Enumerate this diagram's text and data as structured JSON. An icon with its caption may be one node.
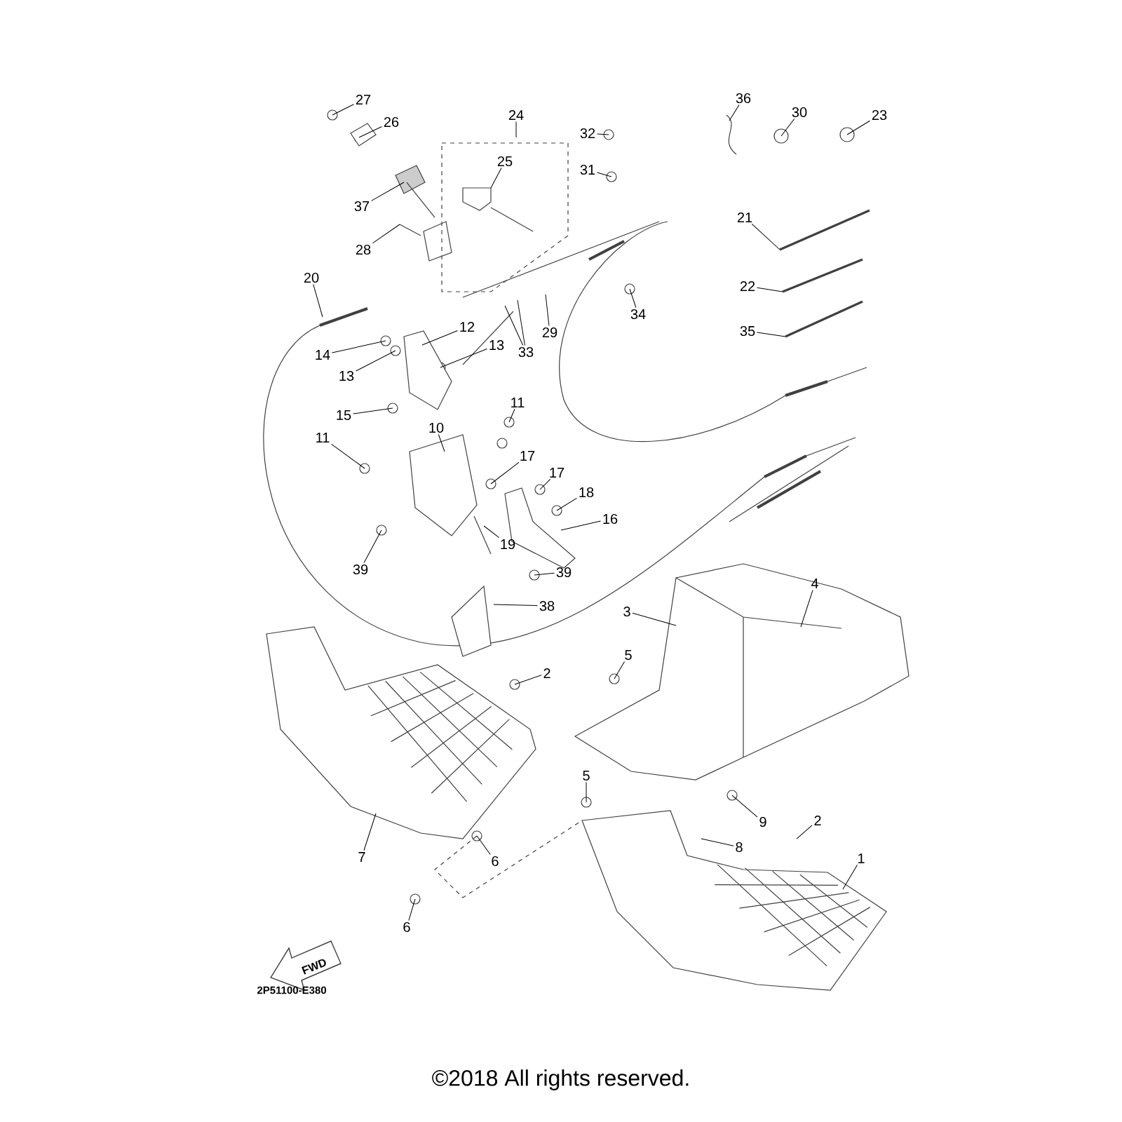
{
  "diagram": {
    "nodes": [
      {
        "text": [
          "27"
        ]
      },
      {
        "text": [
          "24"
        ]
      },
      {
        "text": [
          "26"
        ]
      },
      {
        "text": [
          "32"
        ]
      },
      {
        "text": [
          "36"
        ]
      },
      {
        "text": [
          "30"
        ]
      },
      {
        "text": [
          "23"
        ]
      },
      {
        "text": [
          "25"
        ]
      },
      {
        "text": [
          "31"
        ]
      },
      {
        "text": [
          "37"
        ]
      },
      {
        "text": [
          "21"
        ]
      },
      {
        "text": [
          "28"
        ]
      },
      {
        "text": [
          "20"
        ]
      },
      {
        "text": [
          "22"
        ]
      },
      {
        "text": [
          "34"
        ]
      },
      {
        "text": [
          "12"
        ]
      },
      {
        "text": [
          "29"
        ]
      },
      {
        "text": [
          "35"
        ]
      },
      {
        "text": [
          "13"
        ]
      },
      {
        "text": [
          "33"
        ]
      },
      {
        "text": [
          "14"
        ]
      },
      {
        "text": [
          "13"
        ]
      },
      {
        "text": [
          "11"
        ]
      },
      {
        "text": [
          "15"
        ]
      },
      {
        "text": [
          "10"
        ]
      },
      {
        "text": [
          "11"
        ]
      },
      {
        "text": [
          "17"
        ]
      },
      {
        "text": [
          "17"
        ]
      },
      {
        "text": [
          "18"
        ]
      },
      {
        "text": [
          "16"
        ]
      },
      {
        "text": [
          "19"
        ]
      },
      {
        "text": [
          "39"
        ]
      },
      {
        "text": [
          "39"
        ]
      },
      {
        "text": [
          "4"
        ]
      },
      {
        "text": [
          "38"
        ]
      },
      {
        "text": [
          "3"
        ]
      },
      {
        "text": [
          "5"
        ]
      },
      {
        "text": [
          "2"
        ]
      },
      {
        "text": [
          "5"
        ]
      },
      {
        "text": [
          "9"
        ]
      },
      {
        "text": [
          "2"
        ]
      },
      {
        "text": [
          "8"
        ]
      },
      {
        "text": [
          "6"
        ]
      },
      {
        "text": [
          "7"
        ]
      },
      {
        "text": [
          "1"
        ]
      },
      {
        "text": [
          "6"
        ]
      }
    ],
    "edges": [
      {
        "from": 0,
        "to": null,
        "arrow": "none"
      },
      {
        "from": 1,
        "to": null,
        "arrow": "none"
      },
      {
        "from": 2,
        "to": null,
        "arrow": "none"
      },
      {
        "from": 3,
        "to": null,
        "arrow": "none"
      },
      {
        "from": 4,
        "to": null,
        "arrow": "none"
      },
      {
        "from": 5,
        "to": null,
        "arrow": "none"
      },
      {
        "from": 6,
        "to": null,
        "arrow": "none"
      },
      {
        "from": 7,
        "to": null,
        "arrow": "none"
      },
      {
        "from": 8,
        "to": null,
        "arrow": "none"
      },
      {
        "from": 9,
        "to": null,
        "arrow": "none"
      },
      {
        "from": 10,
        "to": null,
        "arrow": "none"
      },
      {
        "from": 11,
        "to": null,
        "arrow": "none"
      },
      {
        "from": 12,
        "to": null,
        "arrow": "none"
      },
      {
        "from": 13,
        "to": null,
        "arrow": "none"
      },
      {
        "from": 14,
        "to": null,
        "arrow": "none"
      },
      {
        "from": 15,
        "to": null,
        "arrow": "none"
      },
      {
        "from": 16,
        "to": null,
        "arrow": "none"
      },
      {
        "from": 17,
        "to": null,
        "arrow": "none"
      },
      {
        "from": 18,
        "to": null,
        "arrow": "none"
      },
      {
        "from": 19,
        "to": null,
        "arrow": "none"
      },
      {
        "from": 19,
        "to": null,
        "arrow": "none"
      },
      {
        "from": 20,
        "to": null,
        "arrow": "none"
      },
      {
        "from": 21,
        "to": null,
        "arrow": "none"
      },
      {
        "from": 22,
        "to": null,
        "arrow": "none"
      },
      {
        "from": 23,
        "to": null,
        "arrow": "none"
      },
      {
        "from": 24,
        "to": null,
        "arrow": "none"
      },
      {
        "from": 25,
        "to": null,
        "arrow": "none"
      },
      {
        "from": 26,
        "to": null,
        "arrow": "none"
      },
      {
        "from": 27,
        "to": null,
        "arrow": "none"
      },
      {
        "from": 28,
        "to": null,
        "arrow": "none"
      },
      {
        "from": 29,
        "to": null,
        "arrow": "none"
      },
      {
        "from": 30,
        "to": null,
        "arrow": "none"
      },
      {
        "from": 31,
        "to": null,
        "arrow": "none"
      },
      {
        "from": 32,
        "to": null,
        "arrow": "none"
      },
      {
        "from": 33,
        "to": null,
        "arrow": "none"
      },
      {
        "from": 34,
        "to": null,
        "arrow": "none"
      },
      {
        "from": 35,
        "to": null,
        "arrow": "none"
      },
      {
        "from": 36,
        "to": null,
        "arrow": "none"
      },
      {
        "from": 37,
        "to": null,
        "arrow": "none"
      },
      {
        "from": 38,
        "to": null,
        "arrow": "none"
      },
      {
        "from": 39,
        "to": null,
        "arrow": "none"
      },
      {
        "from": 40,
        "to": null,
        "arrow": "none"
      },
      {
        "from": 41,
        "to": null,
        "arrow": "none"
      },
      {
        "from": 42,
        "to": null,
        "arrow": "none"
      },
      {
        "from": 43,
        "to": null,
        "arrow": "none"
      },
      {
        "from": 44,
        "to": null,
        "arrow": "none"
      },
      {
        "from": 45,
        "to": null,
        "arrow": "none"
      }
    ],
    "labels": [
      "FWD",
      "2P51100-E380",
      "©2018 All rights reserved."
    ]
  }
}
